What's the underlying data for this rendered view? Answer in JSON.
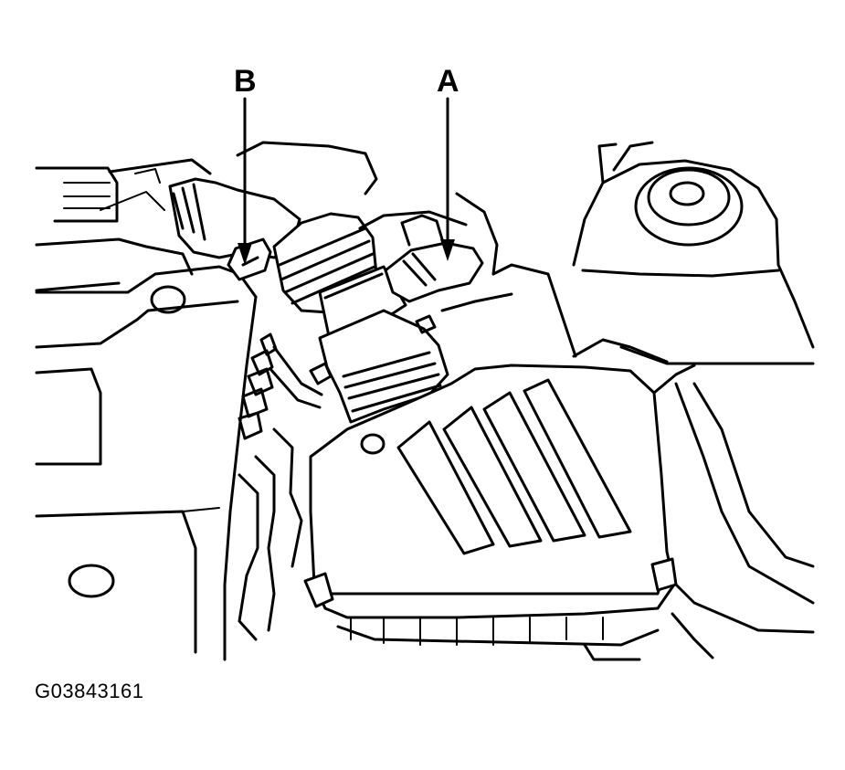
{
  "figure": {
    "callouts": [
      {
        "id": "a",
        "label": "A"
      },
      {
        "id": "b",
        "label": "B"
      }
    ],
    "figure_id": "G03843161"
  }
}
